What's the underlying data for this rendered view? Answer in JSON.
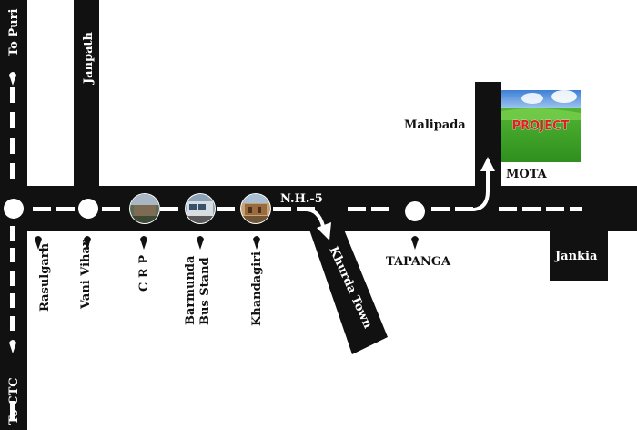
{
  "map": {
    "routes": {
      "nh5_label": "N.H.-5",
      "janpath_label": "Janpath",
      "khurda_town_label": "Khurda Town",
      "to_puri_label": "To Puri",
      "to_ctc_label": "To CTC"
    },
    "places": {
      "malipada": "Malipada",
      "mota": "MOTA",
      "tapanga": "TAPANGA",
      "jankia": "Jankia",
      "rasulgarh": "Rasulgarh",
      "vani_vihar": "Vani Vihar",
      "crp": "C R P",
      "barmunda_line1": "Barmunda",
      "barmunda_line2": "Bus Stand",
      "khandagiri": "Khandagiri"
    },
    "project": {
      "label": "PROJECT",
      "label_color": "#e02020"
    },
    "colors": {
      "road": "#111111",
      "dash": "#ffffff",
      "background": "#ffffff"
    }
  }
}
